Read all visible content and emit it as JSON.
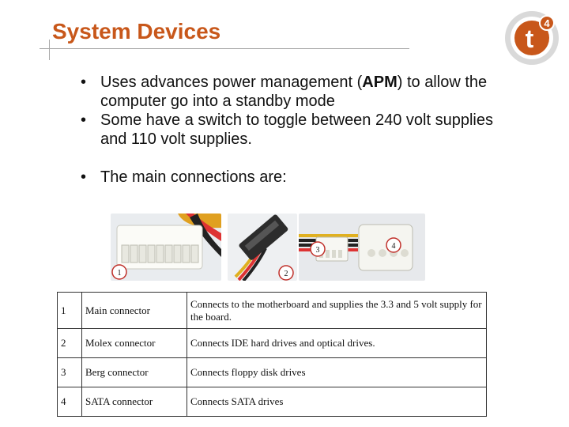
{
  "title": "System Devices",
  "logo": {
    "letter": "t",
    "superscript": "4"
  },
  "bullets": [
    {
      "pre": "Uses advances power management (",
      "bold": "APM",
      "post": ") to allow the computer go into a standby mode"
    },
    {
      "pre": "Some have a switch to toggle between 240 volt supplies and 110 volt supplies.",
      "bold": "",
      "post": ""
    },
    {
      "pre": "The main connections are:",
      "bold": "",
      "post": ""
    }
  ],
  "photo_markers": [
    "1",
    "2",
    "3",
    "4"
  ],
  "table": {
    "rows": [
      {
        "num": "1",
        "name": "Main connector",
        "desc": "Connects to the motherboard and supplies the 3.3 and 5 volt supply for the board."
      },
      {
        "num": "2",
        "name": "Molex connector",
        "desc": "Connects IDE hard drives and optical drives."
      },
      {
        "num": "3",
        "name": "Berg connector",
        "desc": "Connects floppy disk drives"
      },
      {
        "num": "4",
        "name": "SATA connector",
        "desc": "Connects SATA drives"
      }
    ]
  },
  "colors": {
    "title": "#c8571a",
    "logo_ring": "#d9d9d9",
    "logo_inner": "#c8571a",
    "marker": "#c0302a"
  }
}
